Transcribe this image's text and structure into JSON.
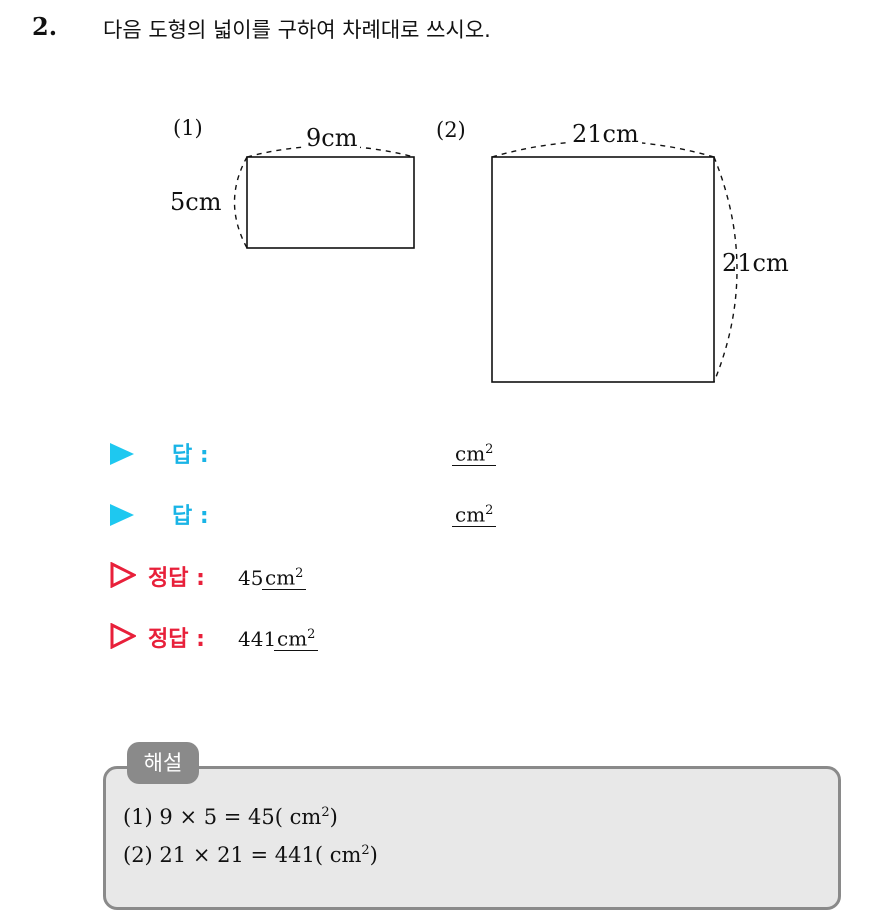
{
  "question": {
    "number": "2.",
    "text": "다음 도형의 넓이를 구하여 차례대로 쓰시오."
  },
  "figure1": {
    "label": "(1)",
    "width_label": "9cm",
    "height_label": "5cm"
  },
  "figure2": {
    "label": "(2)",
    "width_label": "21cm",
    "height_label": "21cm"
  },
  "answer_blanks": [
    {
      "label": "답 :",
      "unit": "cm",
      "exp": "2"
    },
    {
      "label": "답 :",
      "unit": "cm",
      "exp": "2"
    }
  ],
  "correct_answers": [
    {
      "label": "정답 :",
      "value": "45",
      "unit": "cm",
      "exp": "2"
    },
    {
      "label": "정답 :",
      "value": "441",
      "unit": "cm",
      "exp": "2"
    }
  ],
  "explanation": {
    "title": "해설",
    "lines": [
      {
        "prefix": "(1) 9 × 5 = 45( cm",
        "exp": "2",
        "suffix": ")"
      },
      {
        "prefix": "(2) 21 × 21 = 441( cm",
        "exp": "2",
        "suffix": ")"
      }
    ]
  },
  "colors": {
    "blue_marker": "#1ec8f0",
    "red_marker": "#e8203a",
    "box_border": "#8a8a8a",
    "box_fill": "#e8e8e8"
  }
}
